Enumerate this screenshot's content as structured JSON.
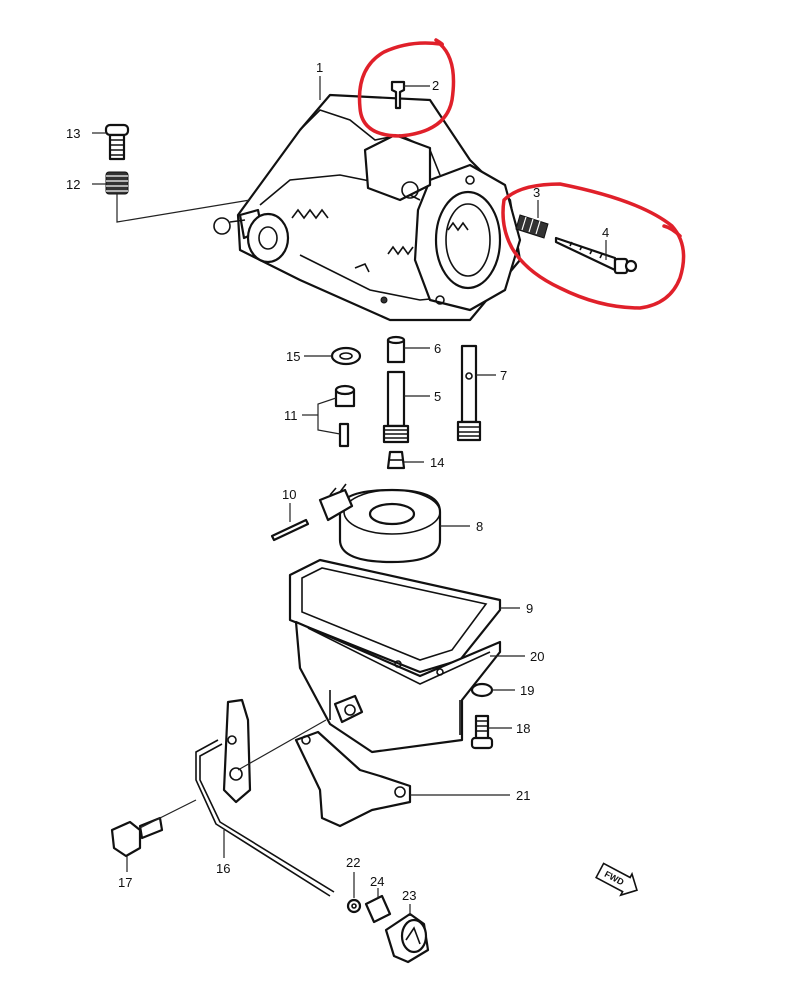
{
  "callouts": {
    "c1": "1",
    "c2": "2",
    "c3": "3",
    "c4": "4",
    "c5": "5",
    "c6": "6",
    "c7": "7",
    "c8": "8",
    "c9": "9",
    "c10": "10",
    "c11": "11",
    "c12": "12",
    "c13": "13",
    "c14": "14",
    "c15": "15",
    "c16": "16",
    "c17": "17",
    "c18": "18",
    "c19": "19",
    "c20": "20",
    "c21": "21",
    "c22": "22",
    "c23": "23",
    "c24": "24"
  },
  "direction_badge": "FWD",
  "highlight_color": "#e0202a"
}
